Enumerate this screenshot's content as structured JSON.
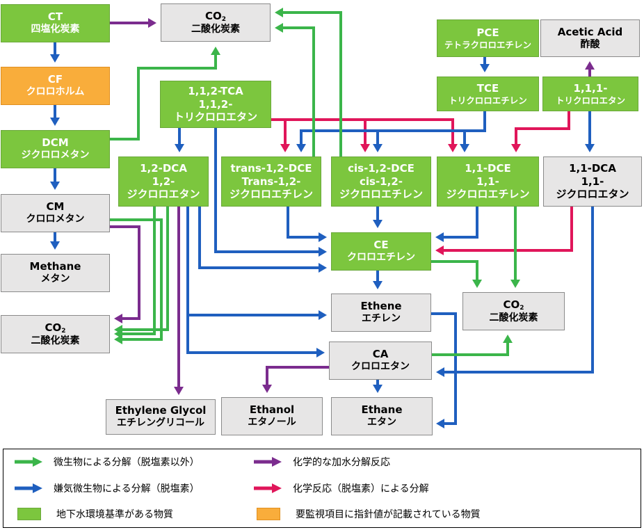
{
  "colors": {
    "green_arrow": "#3bb54a",
    "blue_arrow": "#1f5fbf",
    "purple_arrow": "#7b2c8e",
    "red_arrow": "#e0165a",
    "green_box": "#7cc63e",
    "orange_box": "#f9ad3b",
    "gray_box": "#e7e6e6"
  },
  "nodes": {
    "ct": {
      "line1": "CT",
      "line2": "四塩化炭素"
    },
    "co2_top": {
      "line1": "CO",
      "sub": "2",
      "line2": "二酸化炭素"
    },
    "cf": {
      "line1": "CF",
      "line2": "クロロホルム"
    },
    "dcm": {
      "line1": "DCM",
      "line2": "ジクロロメタン"
    },
    "cm": {
      "line1": "CM",
      "line2": "クロロメタン"
    },
    "methane": {
      "line1": "Methane",
      "line2": "メタン"
    },
    "co2_left": {
      "line1": "CO",
      "sub": "2",
      "line2": "二酸化炭素"
    },
    "tca112": {
      "line1": "1,1,2-TCA",
      "line2": "1,1,2-",
      "line3": "トリクロロエタン"
    },
    "dca12": {
      "line1": "1,2-DCA",
      "line2": "1,2-",
      "line3": "ジクロロエタン"
    },
    "trans_dce": {
      "line1": "trans-1,2-DCE",
      "line2": "Trans-1,2-",
      "line3": "ジクロロエチレン"
    },
    "cis_dce": {
      "line1": "cis-1,2-DCE",
      "line2": "cis-1,2-",
      "line3": "ジクロロエチレン"
    },
    "dce11": {
      "line1": "1,1-DCE",
      "line2": "1,1-",
      "line3": "ジクロロエチレン"
    },
    "dca11": {
      "line1": "1,1-DCA",
      "line2": "1,1-",
      "line3": "ジクロロエタン"
    },
    "pce": {
      "line1": "PCE",
      "line2": "テトラクロロエチレン"
    },
    "acetic": {
      "line1": "Acetic Acid",
      "line2": "酢酸"
    },
    "tce": {
      "line1": "TCE",
      "line2": "トリクロロエチレン"
    },
    "tca111": {
      "line1": "1,1,1-",
      "line2": "トリクロロエタン"
    },
    "ce": {
      "line1": "CE",
      "line2": "クロロエチレン"
    },
    "co2_right": {
      "line1": "CO",
      "sub": "2",
      "line2": "二酸化炭素"
    },
    "ethene": {
      "line1": "Ethene",
      "line2": "エチレン"
    },
    "ca": {
      "line1": "CA",
      "line2": "クロロエタン"
    },
    "ethylene_glycol": {
      "line1": "Ethylene Glycol",
      "line2": "エチレングリコール"
    },
    "ethanol": {
      "line1": "Ethanol",
      "line2": "エタノール"
    },
    "ethane": {
      "line1": "Ethane",
      "line2": "エタン"
    }
  },
  "legend": {
    "green_arrow_label": "微生物による分解（脱塩素以外）",
    "purple_arrow_label": "化学的な加水分解反応",
    "blue_arrow_label": "嫌気微生物による分解（脱塩素）",
    "red_arrow_label": "化学反応（脱塩素）による分解",
    "green_box_label": "地下水環境基準がある物質",
    "orange_box_label": "要監視項目に指針値が記載されている物質"
  }
}
